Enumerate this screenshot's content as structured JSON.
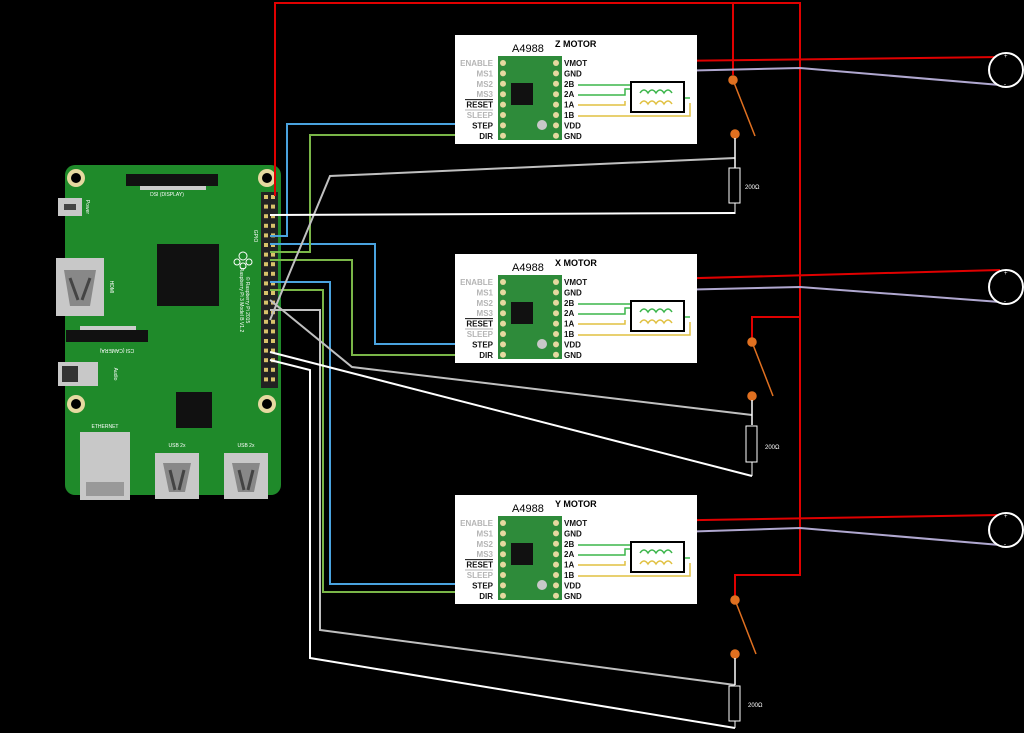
{
  "colors": {
    "pcb": "#1f8a2a",
    "power": "#e00000",
    "ground": "#b0a8d0",
    "step": "#4aa3df",
    "dir": "#7ab648",
    "switch_lead": "#e07020",
    "coil_green": "#3bb54a",
    "coil_yellow": "#e0c040"
  },
  "pi": {
    "labels": {
      "dsi": "DSI (DISPLAY)",
      "csi": "CSI (CAMERA)",
      "power": "Power",
      "hdmi": "HDMI",
      "audio": "Audio",
      "gpio": "GPIO",
      "ethernet": "ETHERNET",
      "usb1": "USB 2x",
      "usb2": "USB 2x",
      "model_line1": "Raspberry Pi 3 Model B V1.2",
      "model_line2": "© Raspberry Pi 2015"
    }
  },
  "drivers": [
    {
      "title": "Z MOTOR",
      "chip": "A4988",
      "left_pins": [
        "ENABLE",
        "MS1",
        "MS2",
        "MS3",
        "RESET",
        "SLEEP",
        "STEP",
        "DIR"
      ],
      "right_pins": [
        "VMOT",
        "GND",
        "2B",
        "2A",
        "1A",
        "1B",
        "VDD",
        "GND"
      ]
    },
    {
      "title": "X MOTOR",
      "chip": "A4988",
      "left_pins": [
        "ENABLE",
        "MS1",
        "MS2",
        "MS3",
        "RESET",
        "SLEEP",
        "STEP",
        "DIR"
      ],
      "right_pins": [
        "VMOT",
        "GND",
        "2B",
        "2A",
        "1A",
        "1B",
        "VDD",
        "GND"
      ]
    },
    {
      "title": "Y MOTOR",
      "chip": "A4988",
      "left_pins": [
        "ENABLE",
        "MS1",
        "MS2",
        "MS3",
        "RESET",
        "SLEEP",
        "STEP",
        "DIR"
      ],
      "right_pins": [
        "VMOT",
        "GND",
        "2B",
        "2A",
        "1A",
        "1B",
        "VDD",
        "GND"
      ]
    }
  ],
  "resistors": [
    {
      "label": "200Ω"
    },
    {
      "label": "200Ω"
    },
    {
      "label": "200Ω"
    }
  ],
  "supplies": [
    {
      "plus": "+",
      "minus": "-"
    },
    {
      "plus": "+",
      "minus": "-"
    },
    {
      "plus": "+",
      "minus": "-"
    }
  ]
}
